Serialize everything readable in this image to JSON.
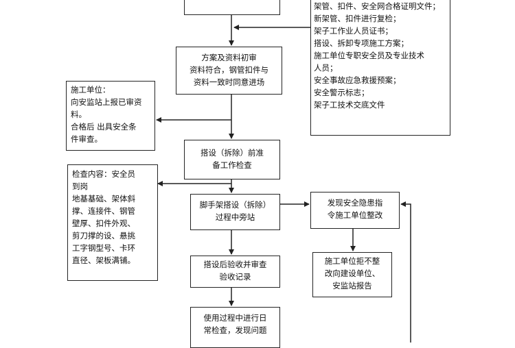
{
  "boxes": {
    "top": {
      "lines": []
    },
    "docs": {
      "lines": [
        "架管、扣件、安全网合格证明文件；",
        "新架管、扣件进行复检；",
        "架子工作业人员证书；",
        "搭设、拆卸专项施工方案；",
        "施工单位专职安全员及专业技术",
        "人员；",
        "安全事故应急救援预案；",
        "安全警示标志；",
        "架子工技术交底文件"
      ]
    },
    "review": {
      "lines": [
        "方案及资料初审",
        "资料符合，钢管扣件与",
        "资料一致时同意进场"
      ]
    },
    "unit": {
      "lines": [
        "施工单位：",
        "向安监站上报已审资",
        "料。",
        "合格后 出具安全条",
        "件审查。"
      ]
    },
    "prep": {
      "lines": [
        "搭设（拆除）前准",
        "备工作检查"
      ]
    },
    "inspect": {
      "lines": [
        "检查内容：安全员",
        "到岗",
        "地基基础、架体斜",
        "撑、连接件、钢管",
        "壁厚、扣件外观、",
        "剪刀撑的设、悬挑",
        "工字钢型号、卡环",
        "直径、架板满铺。"
      ]
    },
    "station": {
      "lines": [
        "脚手架搭设（拆除）",
        "过程中旁站"
      ]
    },
    "hazard": {
      "lines": [
        "发现安全隐患指",
        "令施工单位整改"
      ]
    },
    "accept": {
      "lines": [
        "搭设后验收并审查",
        "验收记录"
      ]
    },
    "refuse": {
      "lines": [
        "施工单位拒不整",
        "改向建设单位、",
        "安监站报告"
      ]
    },
    "daily": {
      "lines": [
        "使用过程中进行日",
        "常检查，发现问题"
      ]
    }
  }
}
